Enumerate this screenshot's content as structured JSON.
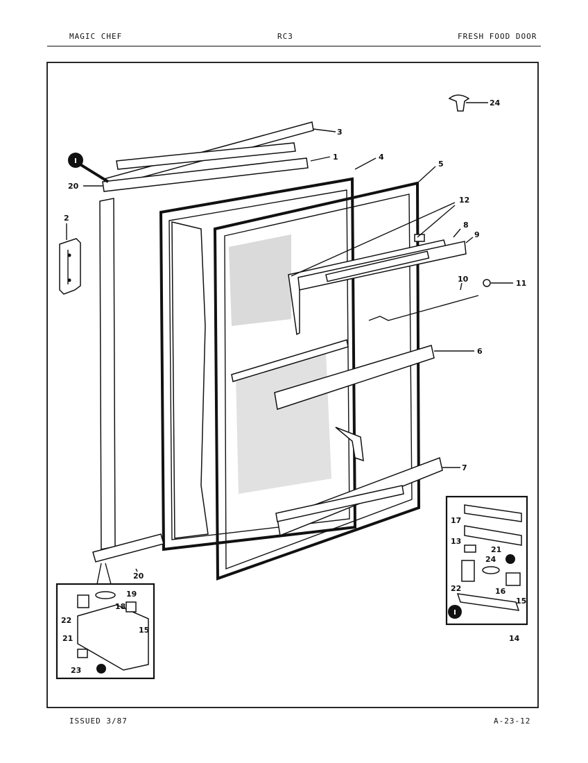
{
  "header": {
    "left": "MAGIC CHEF",
    "center": "RC3",
    "right": "FRESH FOOD DOOR"
  },
  "footer": {
    "left": "ISSUED 3/87",
    "right": "A-23-12"
  },
  "callouts": {
    "c1": "1",
    "c2": "2",
    "c3": "3",
    "c4": "4",
    "c5": "5",
    "c6": "6",
    "c7": "7",
    "c8": "8",
    "c9": "9",
    "c10": "10",
    "c11": "11",
    "c12": "12",
    "c13": "13",
    "c14": "14",
    "c15a": "15",
    "c15b": "15",
    "c16": "16",
    "c17": "17",
    "c18": "18",
    "c19": "19",
    "c20a": "20",
    "c20b": "20",
    "c21a": "21",
    "c21b": "21",
    "c22a": "22",
    "c22b": "22",
    "c23": "23",
    "c24a": "24",
    "c24b": "24"
  },
  "badge": "I"
}
